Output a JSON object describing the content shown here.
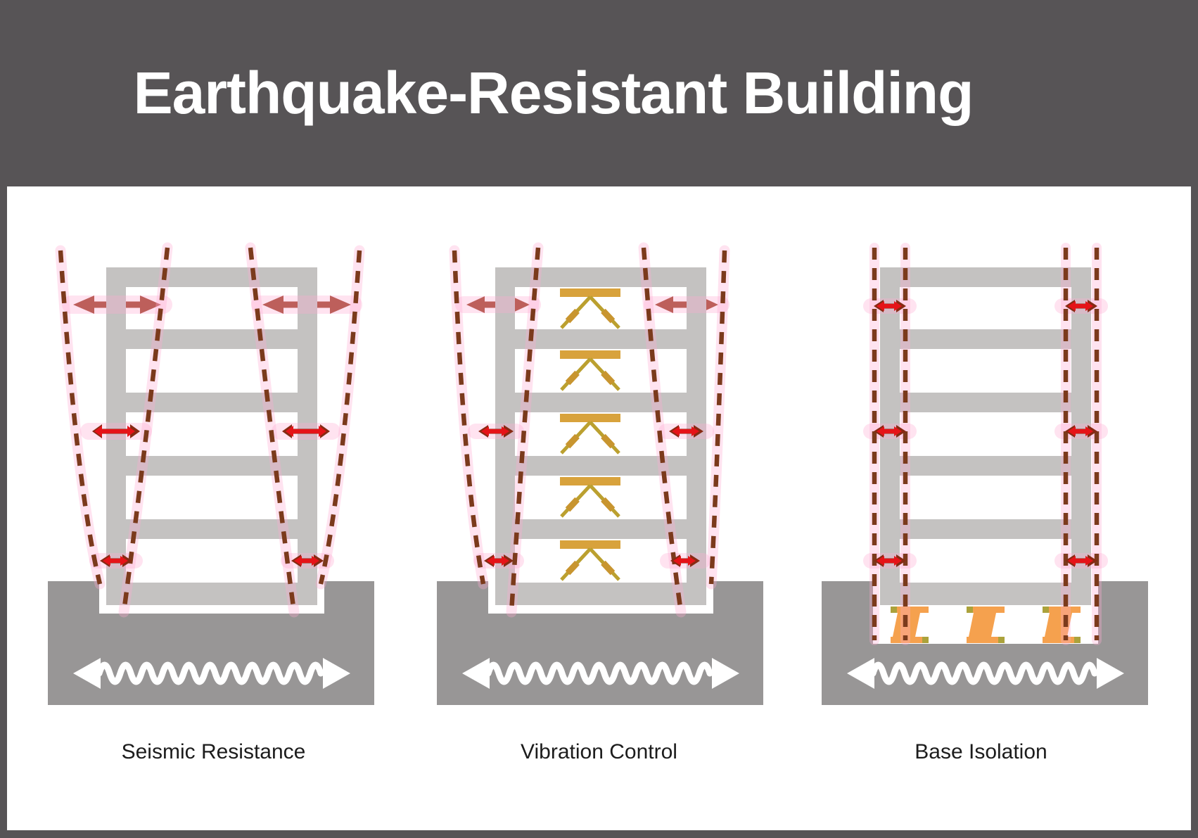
{
  "header": {
    "title": "Earthquake-Resistant Building"
  },
  "panels": [
    {
      "label": "Seismic Resistance",
      "icons": [
        "building-frame-icon",
        "sway-dashed-outline-icon",
        "sway-arrow-icon",
        "ground-shake-wave-icon"
      ]
    },
    {
      "label": "Vibration Control",
      "icons": [
        "building-frame-icon",
        "sway-dashed-outline-icon",
        "sway-arrow-icon",
        "chevron-damper-icon",
        "ground-shake-wave-icon"
      ]
    },
    {
      "label": "Base Isolation",
      "icons": [
        "building-frame-icon",
        "straight-dashed-outline-icon",
        "sway-arrow-icon",
        "base-isolator-bearing-icon",
        "ground-shake-wave-icon"
      ]
    }
  ],
  "colors": {
    "header_bg": "#575456",
    "title_text": "#ffffff",
    "content_bg": "#ffffff",
    "label_text": "#1c1c1c",
    "building": "#c4c2c1",
    "ground": "#989696",
    "dash": "#7b3a1c",
    "glow": "#ffaad2",
    "arrow_dark": "#9d3b22",
    "arrow_deep": "#872a13",
    "arrow_red": "#e51318",
    "gold_bar": "#d8a23c",
    "gold_brace": "#bba02f",
    "gold_pad": "#c8952f",
    "iso_orange": "#f5a14e",
    "iso_olive": "#aba23b",
    "wave": "#ffffff"
  }
}
